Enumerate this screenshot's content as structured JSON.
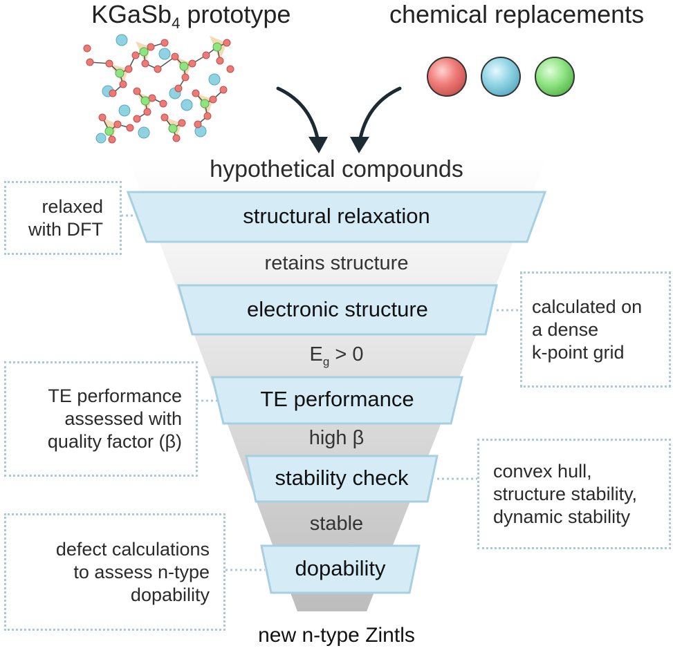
{
  "header": {
    "prototype_label": "KGaSb",
    "prototype_subscript": "4",
    "prototype_suffix": " prototype",
    "replacements_label": "chemical replacements"
  },
  "funnel": {
    "top_label": "hypothetical compounds",
    "stages": [
      {
        "label": "structural relaxation"
      },
      {
        "label": "electronic structure"
      },
      {
        "label": "TE performance"
      },
      {
        "label": "stability check"
      },
      {
        "label": "dopability"
      }
    ],
    "criteria": {
      "after_relaxation": "retains structure",
      "gap_symbol": "E",
      "gap_subscript": "g",
      "gap_rest": " > 0",
      "after_te": "high β",
      "after_stability": "stable"
    },
    "output_label": "new n-type Zintls"
  },
  "notes": {
    "relaxation": [
      "relaxed",
      "with DFT"
    ],
    "electronic": [
      "calculated on",
      "a dense",
      "k-point grid"
    ],
    "te": [
      "TE performance",
      "assessed with",
      "quality factor (β)"
    ],
    "stability": [
      "convex hull,",
      "structure stability,",
      "dynamic stability"
    ],
    "dopability": [
      "defect calculations",
      "to assess n-type",
      "dopability"
    ]
  },
  "colors": {
    "stage_fill": "#d5ecf6",
    "stage_stroke": "#a6cfe2",
    "note_border": "#a9c8d8",
    "atom_red": "#ec7b78",
    "atom_blue": "#8fd3e3",
    "atom_green": "#8fe382",
    "tetra_fill": "#f3d7ad"
  }
}
